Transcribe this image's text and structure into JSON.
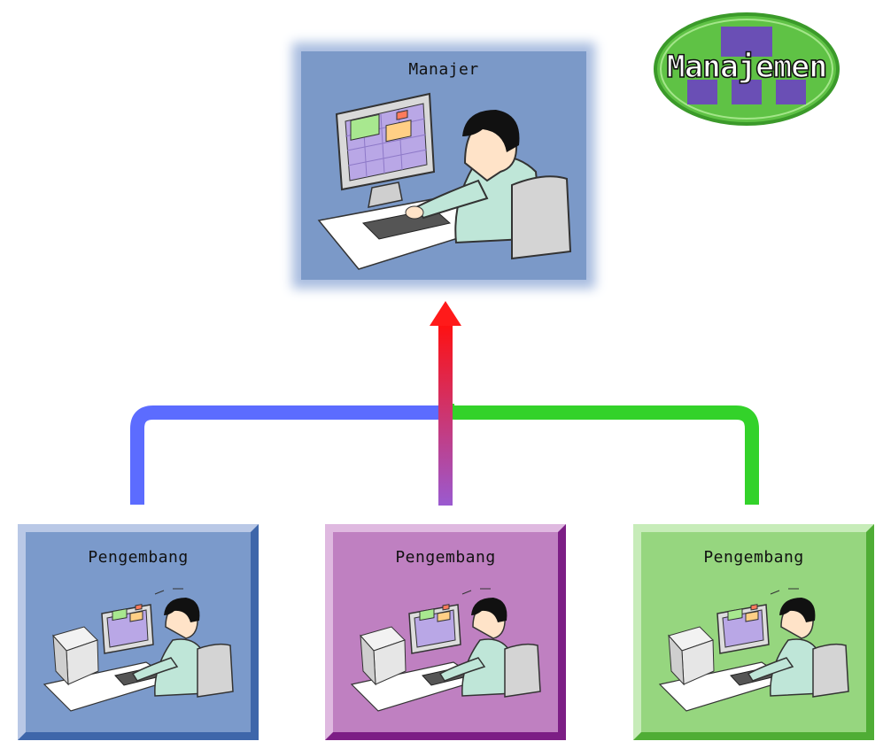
{
  "manager": {
    "title": "Manajer"
  },
  "badge": {
    "label": "Manajemen"
  },
  "developers": [
    {
      "title": "Pengembang"
    },
    {
      "title": "Pengembang"
    },
    {
      "title": "Pengembang"
    }
  ],
  "colors": {
    "blue_line": "#5c6cff",
    "green_line": "#33d22a",
    "arrow_top": "#ff0000",
    "arrow_bottom": "#9a5ad0"
  }
}
